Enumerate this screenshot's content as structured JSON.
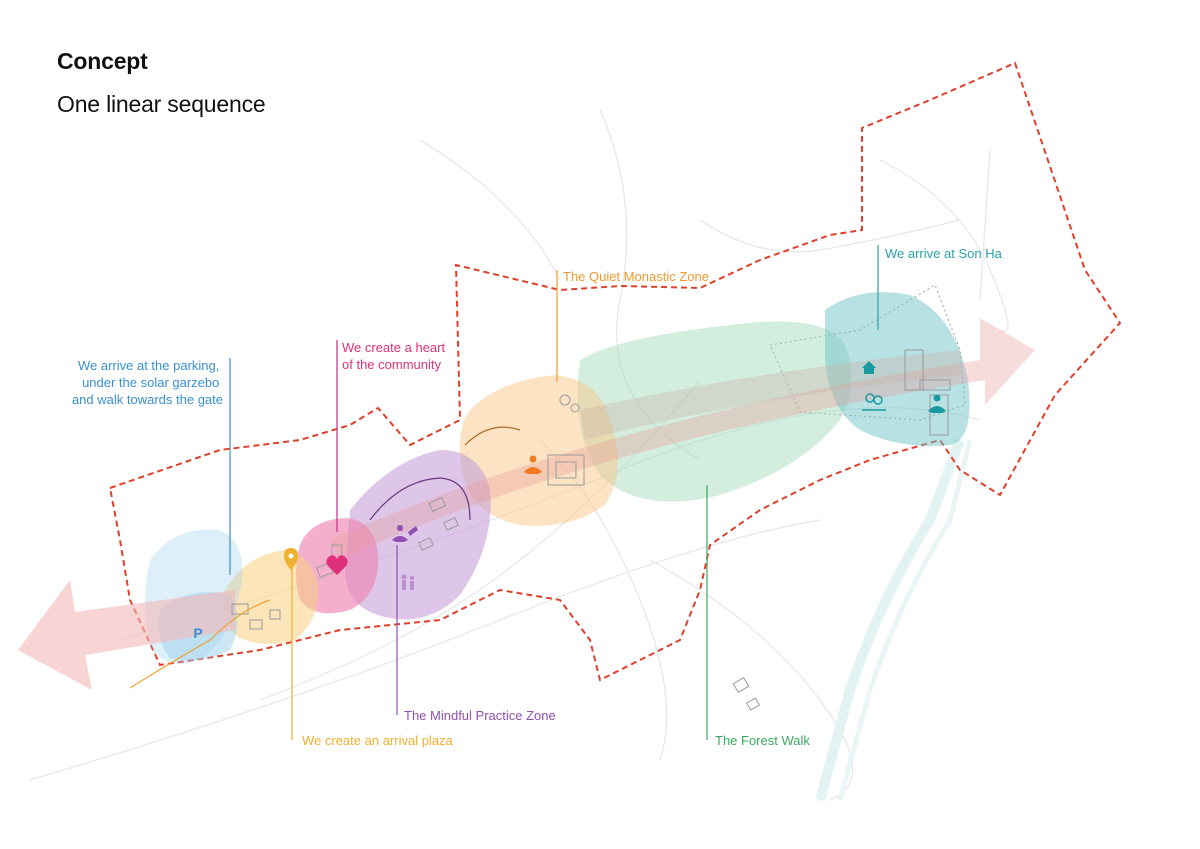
{
  "header": {
    "title": "Concept",
    "subtitle": "One linear sequence"
  },
  "colors": {
    "boundary": "#e0402a",
    "parking": "#3a8fcf",
    "arrival": "#f0b030",
    "heart": "#e0307a",
    "mindful": "#9050b0",
    "quiet": "#f09a30",
    "forest": "#3aaa60",
    "sonha": "#2aa0a8",
    "arrow": "#f5b8b8"
  },
  "annotations": {
    "parking": [
      "We arrive at the parking,",
      "under the solar garzebo",
      "and walk towards the gate"
    ],
    "heart": [
      "We create a heart",
      "of the community"
    ],
    "quiet": "The Quiet Monastic Zone",
    "sonha": "We arrive at Son Ha",
    "mindful": "The Mindful Practice Zone",
    "arrival": "We create an arrival plaza",
    "forest": "The Forest Walk"
  },
  "icons": {
    "parking_letter": "P"
  }
}
